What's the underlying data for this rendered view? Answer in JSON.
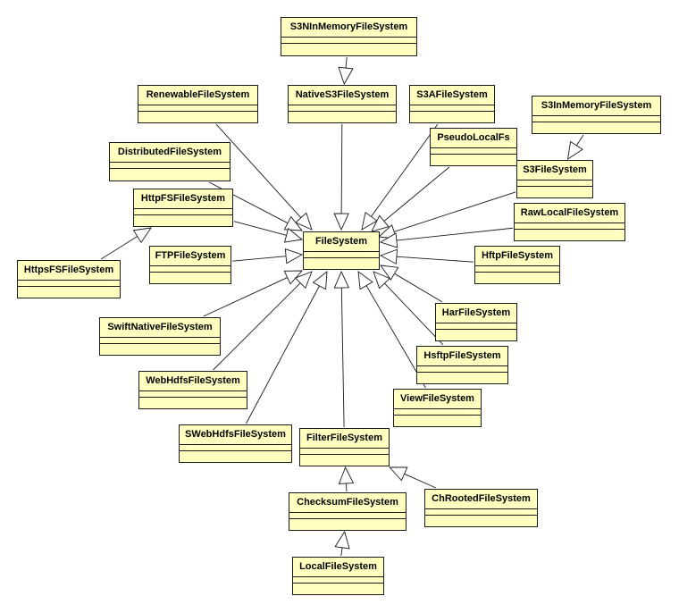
{
  "diagram": {
    "type": "uml-class-inheritance",
    "colors": {
      "class_fill": "#ffffc0",
      "class_border": "#1a1a1a",
      "edge": "#1a1a1a",
      "background": "#ffffff"
    },
    "classes": [
      {
        "id": "S3NInMemoryFileSystem",
        "name": "S3NInMemoryFileSystem"
      },
      {
        "id": "RenewableFileSystem",
        "name": "RenewableFileSystem"
      },
      {
        "id": "NativeS3FileSystem",
        "name": "NativeS3FileSystem"
      },
      {
        "id": "S3AFileSystem",
        "name": "S3AFileSystem"
      },
      {
        "id": "S3InMemoryFileSystem",
        "name": "S3InMemoryFileSystem"
      },
      {
        "id": "PseudoLocalFs",
        "name": "PseudoLocalFs"
      },
      {
        "id": "DistributedFileSystem",
        "name": "DistributedFileSystem"
      },
      {
        "id": "S3FileSystem",
        "name": "S3FileSystem"
      },
      {
        "id": "HttpFSFileSystem",
        "name": "HttpFSFileSystem"
      },
      {
        "id": "RawLocalFileSystem",
        "name": "RawLocalFileSystem"
      },
      {
        "id": "FileSystem",
        "name": "FileSystem"
      },
      {
        "id": "FTPFileSystem",
        "name": "FTPFileSystem"
      },
      {
        "id": "HftpFileSystem",
        "name": "HftpFileSystem"
      },
      {
        "id": "HttpsFSFileSystem",
        "name": "HttpsFSFileSystem"
      },
      {
        "id": "HarFileSystem",
        "name": "HarFileSystem"
      },
      {
        "id": "SwiftNativeFileSystem",
        "name": "SwiftNativeFileSystem"
      },
      {
        "id": "HsftpFileSystem",
        "name": "HsftpFileSystem"
      },
      {
        "id": "WebHdfsFileSystem",
        "name": "WebHdfsFileSystem"
      },
      {
        "id": "ViewFileSystem",
        "name": "ViewFileSystem"
      },
      {
        "id": "SWebHdfsFileSystem",
        "name": "SWebHdfsFileSystem"
      },
      {
        "id": "FilterFileSystem",
        "name": "FilterFileSystem"
      },
      {
        "id": "ChRootedFileSystem",
        "name": "ChRootedFileSystem"
      },
      {
        "id": "ChecksumFileSystem",
        "name": "ChecksumFileSystem"
      },
      {
        "id": "LocalFileSystem",
        "name": "LocalFileSystem"
      }
    ],
    "generalizations": [
      {
        "child": "S3NInMemoryFileSystem",
        "parent": "NativeS3FileSystem"
      },
      {
        "child": "S3InMemoryFileSystem",
        "parent": "S3FileSystem"
      },
      {
        "child": "HttpsFSFileSystem",
        "parent": "HttpFSFileSystem"
      },
      {
        "child": "RenewableFileSystem",
        "parent": "FileSystem"
      },
      {
        "child": "NativeS3FileSystem",
        "parent": "FileSystem"
      },
      {
        "child": "S3AFileSystem",
        "parent": "FileSystem"
      },
      {
        "child": "PseudoLocalFs",
        "parent": "FileSystem"
      },
      {
        "child": "DistributedFileSystem",
        "parent": "FileSystem"
      },
      {
        "child": "S3FileSystem",
        "parent": "FileSystem"
      },
      {
        "child": "HttpFSFileSystem",
        "parent": "FileSystem"
      },
      {
        "child": "RawLocalFileSystem",
        "parent": "FileSystem"
      },
      {
        "child": "FTPFileSystem",
        "parent": "FileSystem"
      },
      {
        "child": "HftpFileSystem",
        "parent": "FileSystem"
      },
      {
        "child": "SwiftNativeFileSystem",
        "parent": "FileSystem"
      },
      {
        "child": "HarFileSystem",
        "parent": "FileSystem"
      },
      {
        "child": "WebHdfsFileSystem",
        "parent": "FileSystem"
      },
      {
        "child": "HsftpFileSystem",
        "parent": "FileSystem"
      },
      {
        "child": "SWebHdfsFileSystem",
        "parent": "FileSystem"
      },
      {
        "child": "ViewFileSystem",
        "parent": "FileSystem"
      },
      {
        "child": "FilterFileSystem",
        "parent": "FileSystem"
      },
      {
        "child": "ChecksumFileSystem",
        "parent": "FilterFileSystem"
      },
      {
        "child": "ChRootedFileSystem",
        "parent": "FilterFileSystem"
      },
      {
        "child": "LocalFileSystem",
        "parent": "ChecksumFileSystem"
      }
    ]
  }
}
